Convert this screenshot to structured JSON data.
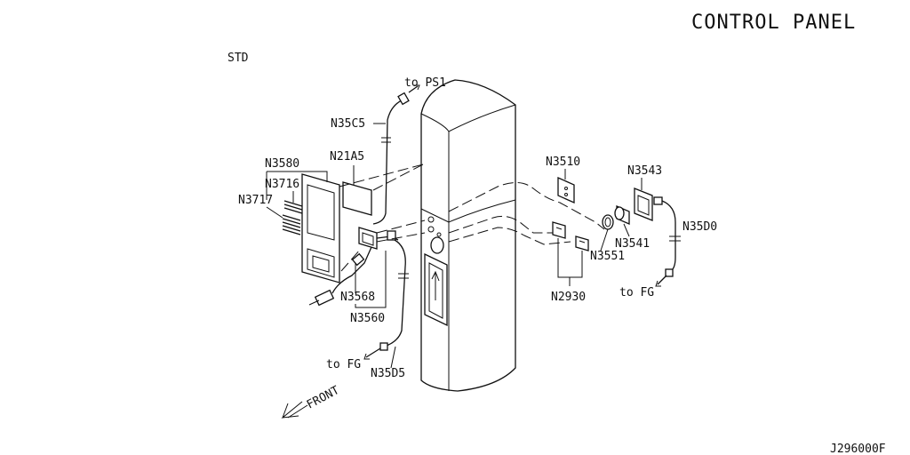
{
  "title": "CONTROL PANEL",
  "variant": "STD",
  "diagram_code": "J296000F",
  "front_label": "FRONT",
  "connectors": {
    "to_ps1": "to PS1",
    "n35c5": "N35C5",
    "n21a5": "N21A5",
    "n3580": "N3580",
    "n3716": "N3716",
    "n3717": "N3717",
    "n3568": "N3568",
    "n3560": "N3560",
    "to_fg_left": "to FG",
    "n35d5": "N35D5",
    "n3510": "N3510",
    "n3543": "N3543",
    "n35d0": "N35D0",
    "n3541": "N3541",
    "n3551": "N3551",
    "n2930": "N2930",
    "to_fg_right": "to FG"
  }
}
